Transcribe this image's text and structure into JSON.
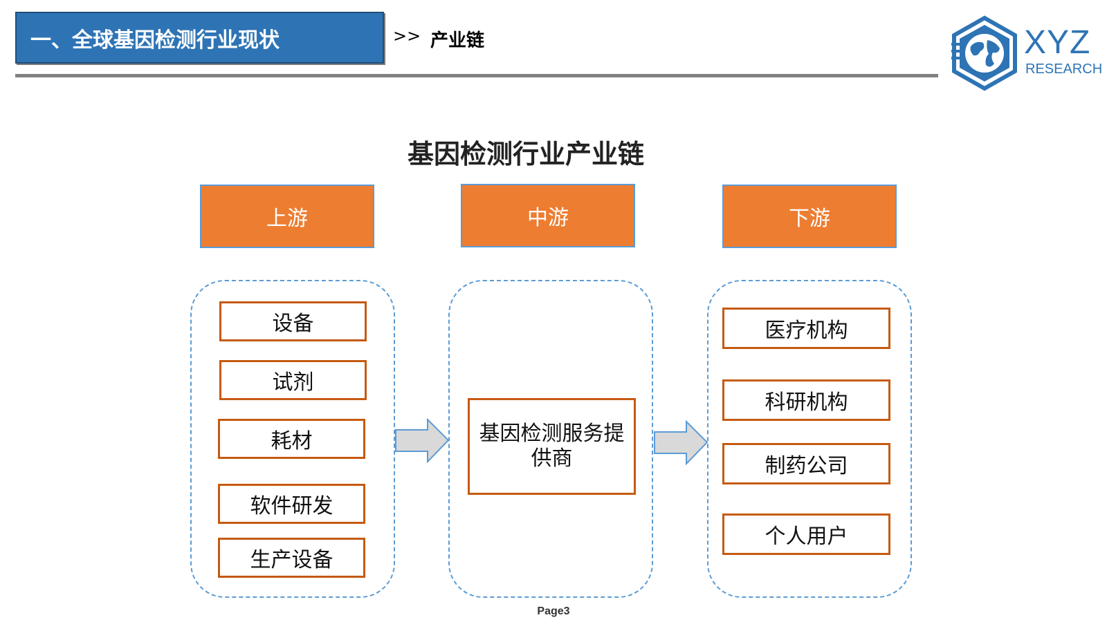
{
  "header": {
    "section_title": "一、全球基因检测行业现状",
    "separator": ">>",
    "subtitle": "产业链"
  },
  "logo": {
    "icon": "globe-hexagon-icon",
    "brand": "XYZ",
    "tagline": "RESEARCH"
  },
  "diagram": {
    "title": "基因检测行业产业链",
    "stages": [
      {
        "label": "上游",
        "items": [
          "设备",
          "试剂",
          "耗材",
          "软件研发",
          "生产设备"
        ]
      },
      {
        "label": "中游",
        "items": [
          "基因检测服务提供商"
        ]
      },
      {
        "label": "下游",
        "items": [
          "医疗机构",
          "科研机构",
          "制药公司",
          "个人用户"
        ]
      }
    ]
  },
  "colors": {
    "header_blue": "#2e74b5",
    "stage_orange": "#ed7d31",
    "item_border": "#c55a11",
    "dash_blue": "#5b9bd5",
    "arrow_fill": "#d9d9d9"
  },
  "footer": {
    "page": "Page3"
  }
}
